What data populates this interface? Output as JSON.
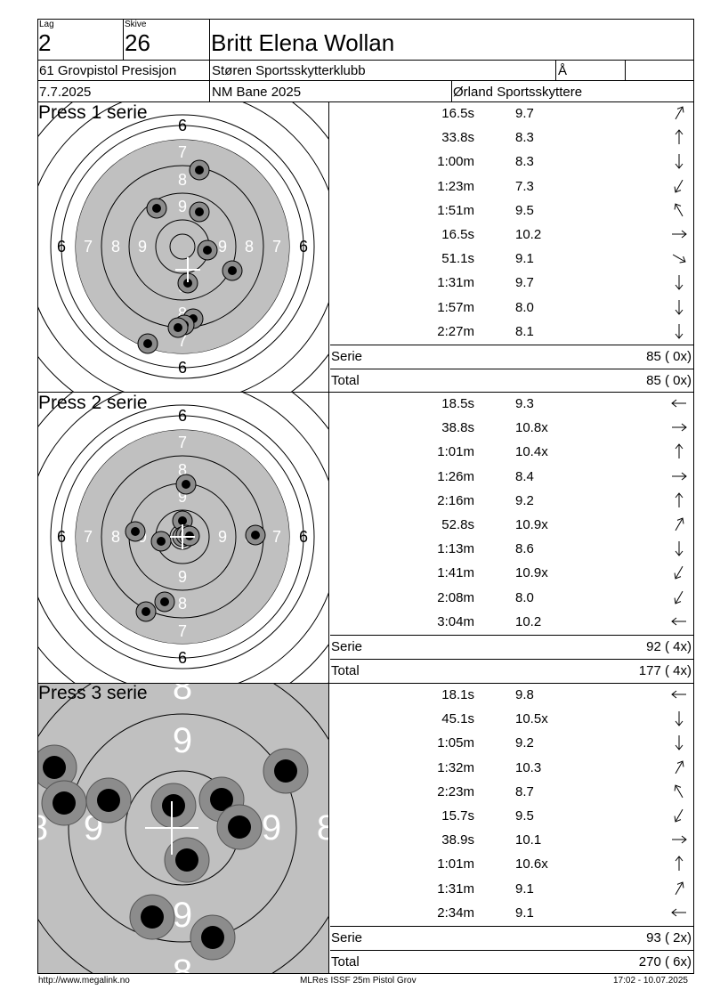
{
  "header": {
    "lag_label": "Lag",
    "lag_value": "2",
    "skive_label": "Skive",
    "skive_value": "26",
    "name": "Britt Elena Wollan",
    "class": "61 Grovpistol Presisjon",
    "club": "Støren Sportsskytterklubb",
    "class_code": "Å",
    "date": "7.7.2025",
    "event": "NM Bane 2025",
    "organizer": "Ørland Sportsskyttere"
  },
  "series": [
    {
      "title": "Press 1 serie",
      "shots": [
        {
          "time": "16.5s",
          "score": "9.7",
          "arrow": "up-right"
        },
        {
          "time": "33.8s",
          "score": "8.3",
          "arrow": "up"
        },
        {
          "time": "1:00m",
          "score": "8.3",
          "arrow": "down"
        },
        {
          "time": "1:23m",
          "score": "7.3",
          "arrow": "down-left"
        },
        {
          "time": "1:51m",
          "score": "9.5",
          "arrow": "up-left"
        },
        {
          "time": "16.5s",
          "score": "10.2",
          "arrow": "right"
        },
        {
          "time": "51.1s",
          "score": "9.1",
          "arrow": "down-right"
        },
        {
          "time": "1:31m",
          "score": "9.7",
          "arrow": "down"
        },
        {
          "time": "1:57m",
          "score": "8.0",
          "arrow": "down"
        },
        {
          "time": "2:27m",
          "score": "8.1",
          "arrow": "down"
        }
      ],
      "serie_label": "Serie",
      "serie_value": "85 ( 0x)",
      "total_label": "Total",
      "total_value": "85 ( 0x)"
    },
    {
      "title": "Press 2 serie",
      "shots": [
        {
          "time": "18.5s",
          "score": "9.3",
          "arrow": "left"
        },
        {
          "time": "38.8s",
          "score": "10.8x",
          "arrow": "right"
        },
        {
          "time": "1:01m",
          "score": "10.4x",
          "arrow": "up"
        },
        {
          "time": "1:26m",
          "score": "8.4",
          "arrow": "right"
        },
        {
          "time": "2:16m",
          "score": "9.2",
          "arrow": "up"
        },
        {
          "time": "52.8s",
          "score": "10.9x",
          "arrow": "up-right"
        },
        {
          "time": "1:13m",
          "score": "8.6",
          "arrow": "down"
        },
        {
          "time": "1:41m",
          "score": "10.9x",
          "arrow": "down-left"
        },
        {
          "time": "2:08m",
          "score": "8.0",
          "arrow": "down-left"
        },
        {
          "time": "3:04m",
          "score": "10.2",
          "arrow": "left"
        }
      ],
      "serie_label": "Serie",
      "serie_value": "92 ( 4x)",
      "total_label": "Total",
      "total_value": "177 ( 4x)"
    },
    {
      "title": "Press 3 serie",
      "shots": [
        {
          "time": "18.1s",
          "score": "9.8",
          "arrow": "left"
        },
        {
          "time": "45.1s",
          "score": "10.5x",
          "arrow": "down"
        },
        {
          "time": "1:05m",
          "score": "9.2",
          "arrow": "down"
        },
        {
          "time": "1:32m",
          "score": "10.3",
          "arrow": "up-right"
        },
        {
          "time": "2:23m",
          "score": "8.7",
          "arrow": "up-left"
        },
        {
          "time": "15.7s",
          "score": "9.5",
          "arrow": "down-left"
        },
        {
          "time": "38.9s",
          "score": "10.1",
          "arrow": "right"
        },
        {
          "time": "1:01m",
          "score": "10.6x",
          "arrow": "up"
        },
        {
          "time": "1:31m",
          "score": "9.1",
          "arrow": "up-right"
        },
        {
          "time": "2:34m",
          "score": "9.1",
          "arrow": "left"
        }
      ],
      "serie_label": "Serie",
      "serie_value": "93 ( 2x)",
      "total_label": "Total",
      "total_value": "270 ( 6x)"
    }
  ],
  "target_labels": {
    "r6": "6",
    "r7": "7",
    "r8": "8",
    "r9": "9"
  },
  "footer": {
    "left": "http://www.megalink.no",
    "center": "MLRes ISSF 25m Pistol Grov",
    "right": "17:02 - 10.07.2025"
  },
  "colors": {
    "target_gray": "#c0c0c0",
    "hole_outer": "#8c8c8c",
    "hole_inner": "#000000"
  }
}
